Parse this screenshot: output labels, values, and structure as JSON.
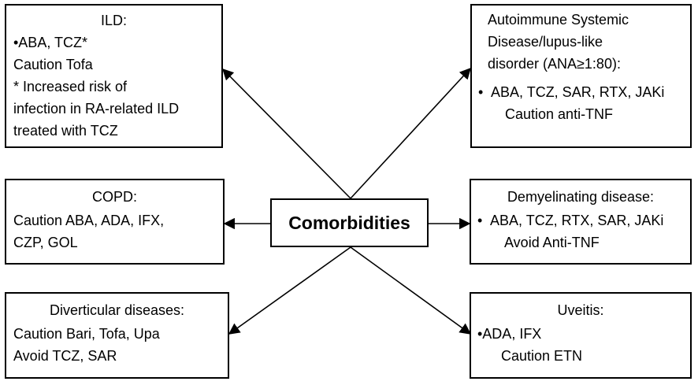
{
  "center": {
    "label": "Comorbidities"
  },
  "boxes": {
    "ild": {
      "title": "ILD:",
      "line1": "•ABA, TCZ*",
      "line2": "Caution Tofa",
      "line3": "* Increased risk of",
      "line4": "infection in RA-related ILD",
      "line5": "treated with TCZ"
    },
    "autoimmune": {
      "title1": "Autoimmune Systemic",
      "title2": "Disease/lupus-like",
      "title3": "disorder (ANA≥1:80):",
      "bullet": "•",
      "line1": "ABA, TCZ, SAR, RTX, JAKi",
      "line2": "Caution anti-TNF"
    },
    "copd": {
      "title": "COPD:",
      "line1": "Caution ABA, ADA, IFX,",
      "line2": "CZP, GOL"
    },
    "demyelinating": {
      "title": "Demyelinating disease:",
      "bullet": "•",
      "line1": "ABA, TCZ, RTX, SAR, JAKi",
      "line2": "Avoid Anti-TNF"
    },
    "diverticular": {
      "title": "Diverticular diseases:",
      "line1": "Caution Bari, Tofa, Upa",
      "line2": "Avoid TCZ, SAR"
    },
    "uveitis": {
      "title": "Uveitis:",
      "line1": "•ADA, IFX",
      "line2": "Caution ETN"
    }
  }
}
